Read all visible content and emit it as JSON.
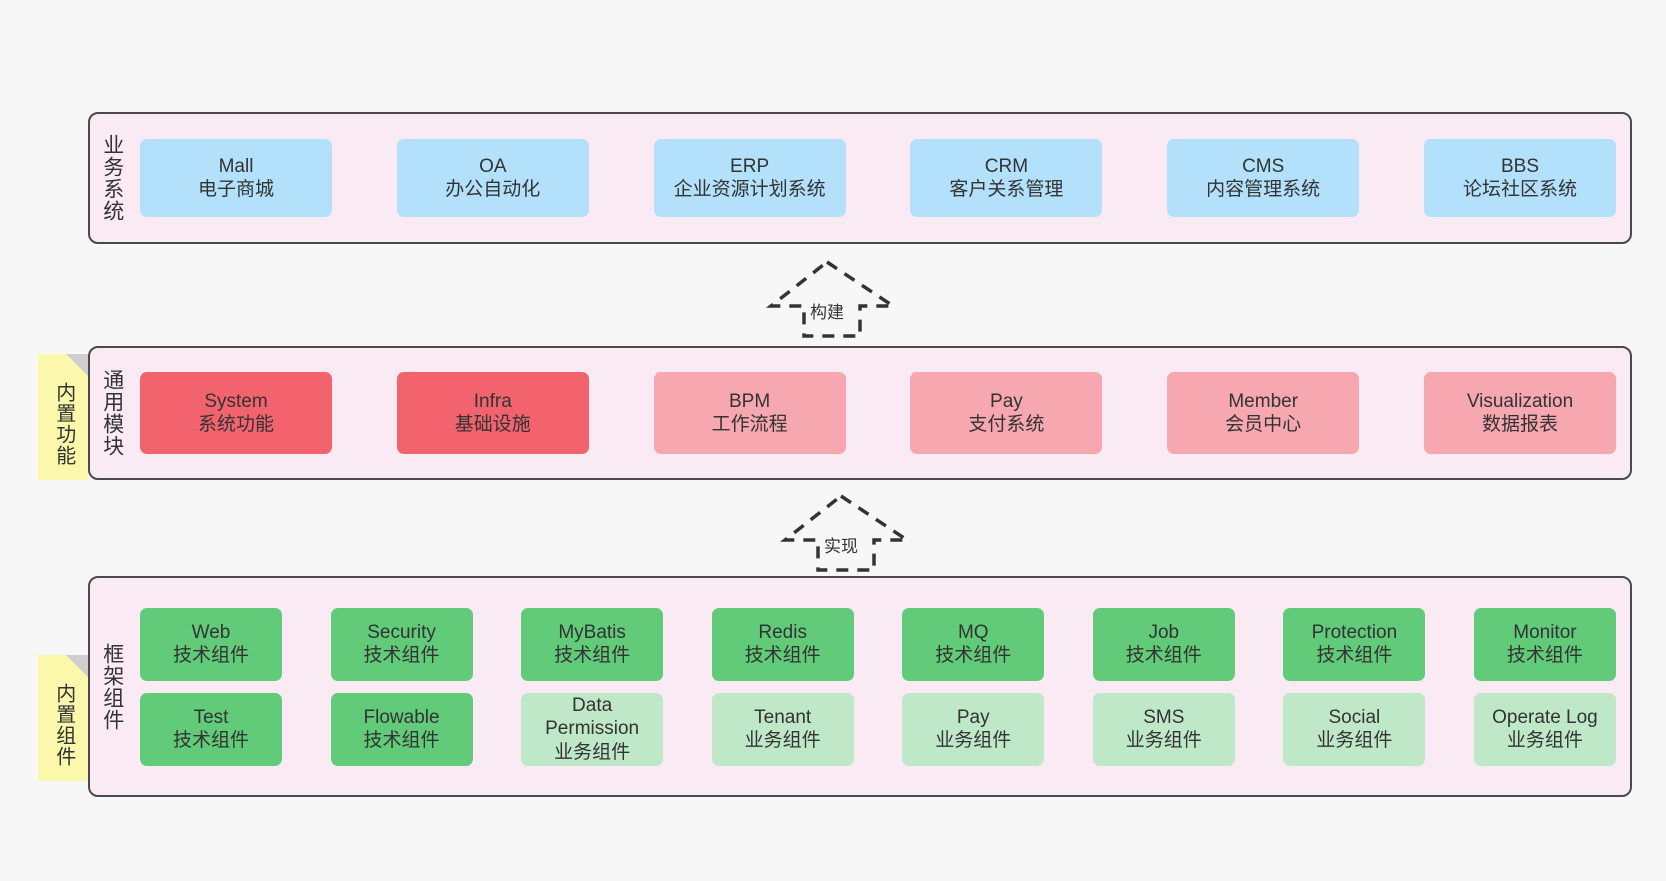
{
  "diagram": {
    "layers": [
      {
        "id": "business-systems",
        "title": "业务系统",
        "cards": [
          {
            "en": "Mall",
            "cn": "电子商城"
          },
          {
            "en": "OA",
            "cn": "办公自动化"
          },
          {
            "en": "ERP",
            "cn": "企业资源计划系统"
          },
          {
            "en": "CRM",
            "cn": "客户关系管理"
          },
          {
            "en": "CMS",
            "cn": "内容管理系统"
          },
          {
            "en": "BBS",
            "cn": "论坛社区系统"
          }
        ]
      },
      {
        "id": "common-modules",
        "title": "通用模块",
        "note": "内置功能",
        "cards": [
          {
            "en": "System",
            "cn": "系统功能",
            "emphasis": "strong"
          },
          {
            "en": "Infra",
            "cn": "基础设施",
            "emphasis": "strong"
          },
          {
            "en": "BPM",
            "cn": "工作流程",
            "emphasis": "normal"
          },
          {
            "en": "Pay",
            "cn": "支付系统",
            "emphasis": "normal"
          },
          {
            "en": "Member",
            "cn": "会员中心",
            "emphasis": "normal"
          },
          {
            "en": "Visualization",
            "cn": "数据报表",
            "emphasis": "normal"
          }
        ]
      },
      {
        "id": "framework-components",
        "title": "框架组件",
        "note": "内置组件",
        "row1": [
          {
            "en": "Web",
            "cn": "技术组件"
          },
          {
            "en": "Security",
            "cn": "技术组件"
          },
          {
            "en": "MyBatis",
            "cn": "技术组件"
          },
          {
            "en": "Redis",
            "cn": "技术组件"
          },
          {
            "en": "MQ",
            "cn": "技术组件"
          },
          {
            "en": "Job",
            "cn": "技术组件"
          },
          {
            "en": "Protection",
            "cn": "技术组件"
          },
          {
            "en": "Monitor",
            "cn": "技术组件"
          }
        ],
        "row2": [
          {
            "en": "Test",
            "cn": "技术组件",
            "kind": "tech"
          },
          {
            "en": "Flowable",
            "cn": "技术组件",
            "kind": "tech"
          },
          {
            "en": "Data Permission",
            "cn": "业务组件",
            "kind": "biz"
          },
          {
            "en": "Tenant",
            "cn": "业务组件",
            "kind": "biz"
          },
          {
            "en": "Pay",
            "cn": "业务组件",
            "kind": "biz"
          },
          {
            "en": "SMS",
            "cn": "业务组件",
            "kind": "biz"
          },
          {
            "en": "Social",
            "cn": "业务组件",
            "kind": "biz"
          },
          {
            "en": "Operate Log",
            "cn": "业务组件",
            "kind": "biz"
          }
        ]
      }
    ],
    "arrows": [
      {
        "id": "build-arrow",
        "label": "构建"
      },
      {
        "id": "implement-arrow",
        "label": "实现"
      }
    ],
    "colors": {
      "panel_bg": "#f9eaf4",
      "panel_border": "#4a4a4a",
      "business_card": "#b3e0fb",
      "module_strong": "#f3636e",
      "module_light": "#f6a7b0",
      "tech_card": "#61cb79",
      "biz_component_card": "#bfe8c8",
      "note_bg": "#fbf7ab",
      "note_fold": "#cfcfcf",
      "text": "#333333",
      "canvas_bg": "#f7f7f7"
    }
  }
}
